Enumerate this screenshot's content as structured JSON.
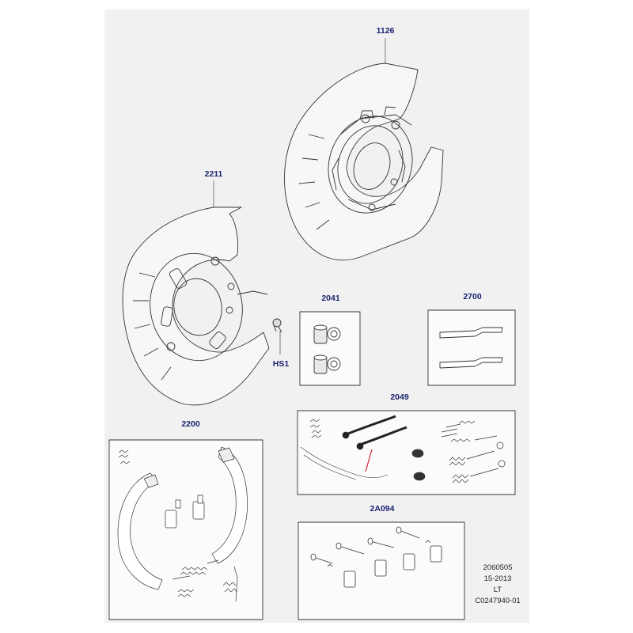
{
  "callouts": {
    "c1126": "1126",
    "c2211": "2211",
    "c2041": "2041",
    "c2700": "2700",
    "hs1": "HS1",
    "c2049": "2049",
    "c2200": "2200",
    "c2a094": "2A094"
  },
  "reference": {
    "line1": "2060505",
    "line2": "15-2013",
    "line3": "LT",
    "line4": "C0247940-01"
  },
  "colors": {
    "sheet": "#f1f1f1",
    "callout_text": "#1c2370",
    "ink": "#333333"
  }
}
